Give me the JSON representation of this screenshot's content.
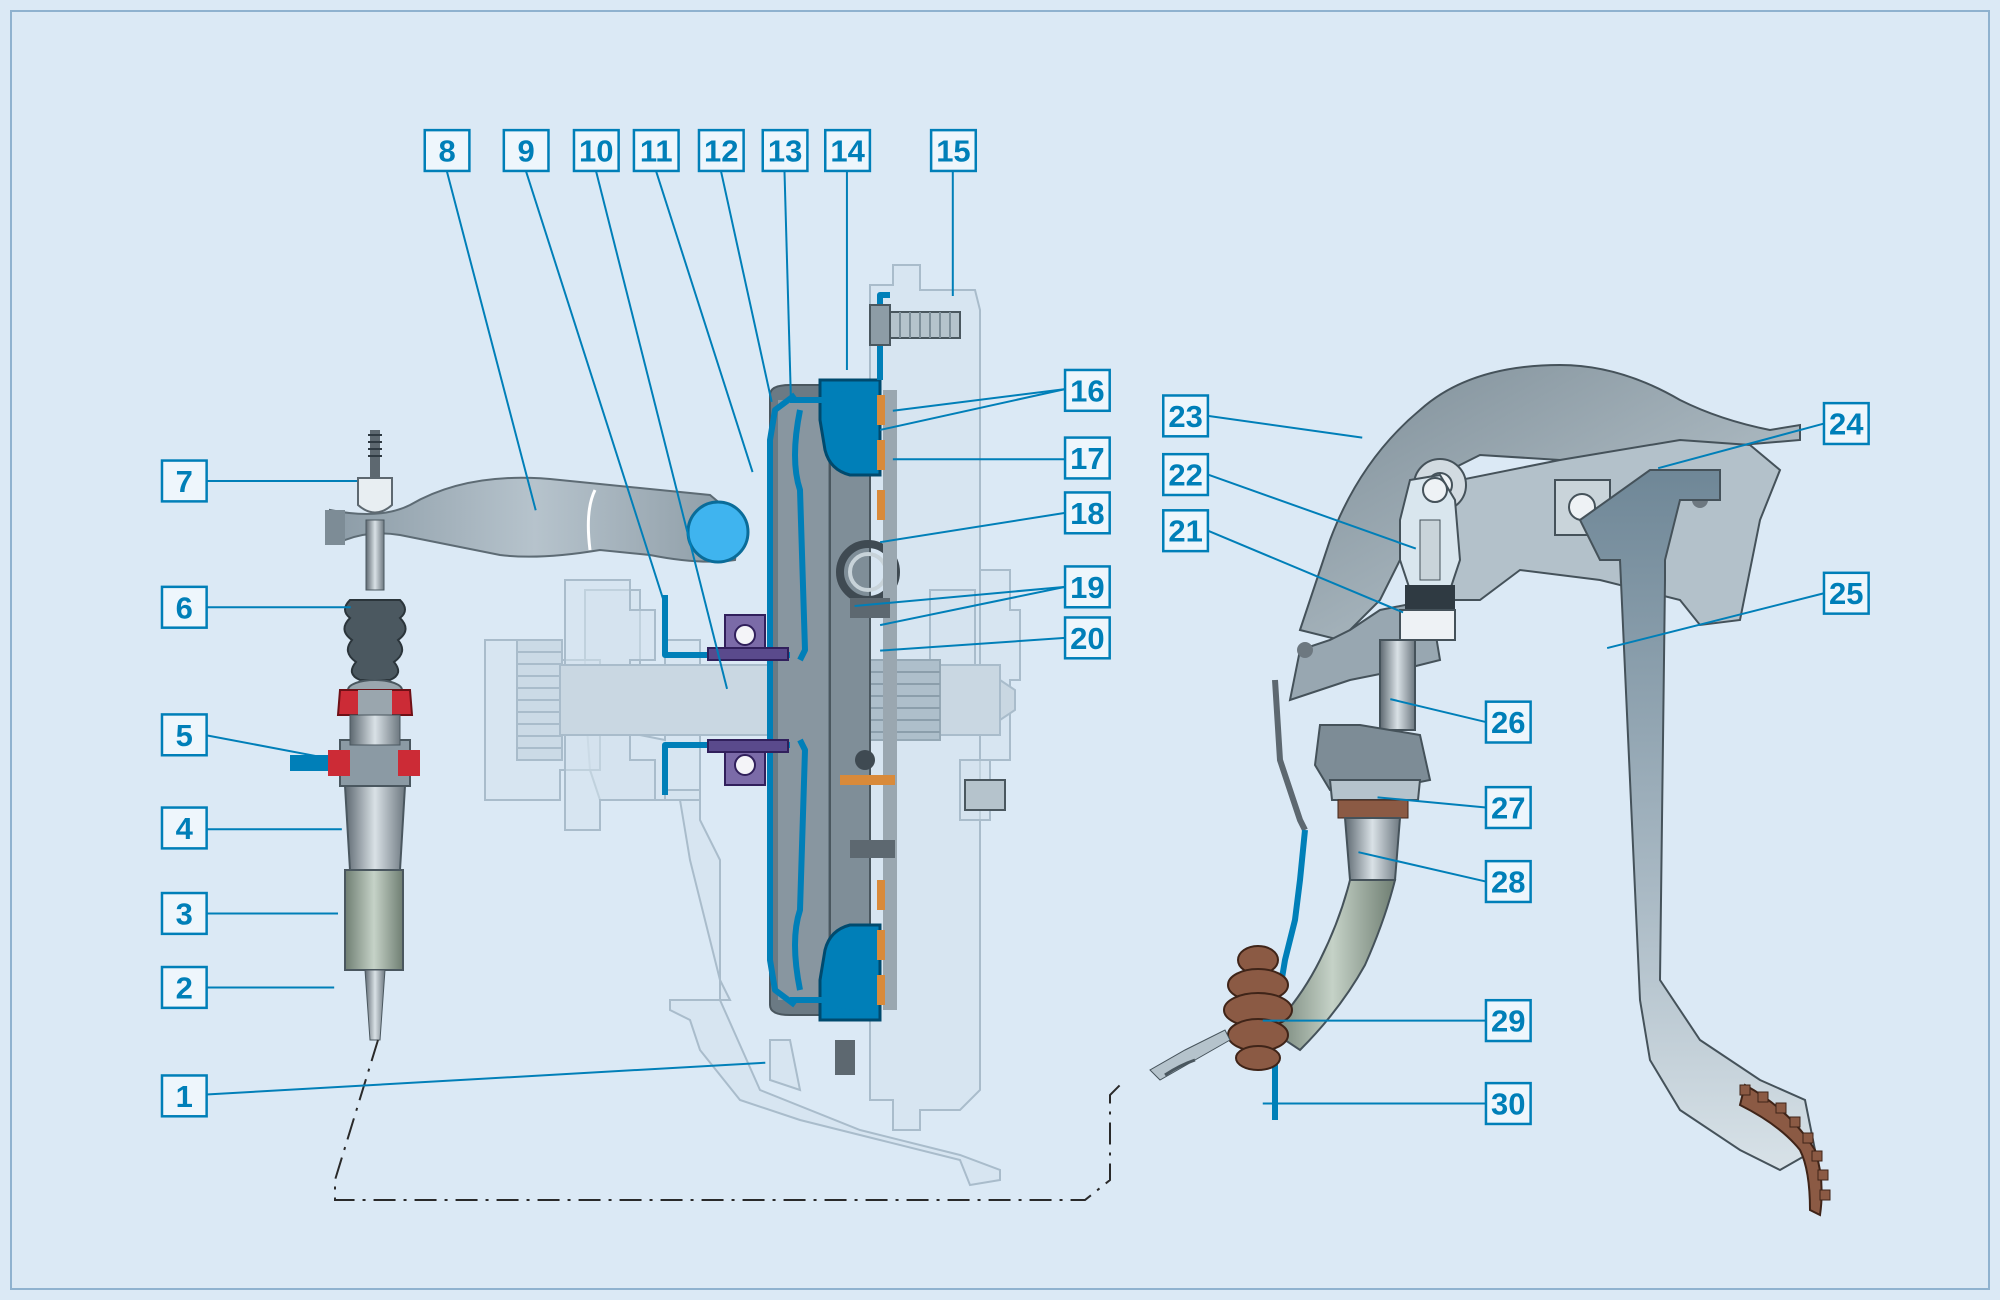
{
  "colors": {
    "background": "#dbe9f5",
    "frame": "#8fb2cf",
    "accent_blue": "#007fb8",
    "light_blue": "#3fb4ef",
    "gray_part": "#9aa6ae",
    "dark_gray": "#5f6b73",
    "ghost_outline": "#a9bccb",
    "orange": "#d98a3a",
    "brown": "#8b5a44",
    "label_fill": "#eef6fc"
  },
  "icons": {
    "line": "leader-line",
    "box": "callout-box",
    "cable": "dash-dot-cable"
  },
  "callouts": [
    {
      "id": "1",
      "label": "1"
    },
    {
      "id": "2",
      "label": "2"
    },
    {
      "id": "3",
      "label": "3"
    },
    {
      "id": "4",
      "label": "4"
    },
    {
      "id": "5",
      "label": "5"
    },
    {
      "id": "6",
      "label": "6"
    },
    {
      "id": "7",
      "label": "7"
    },
    {
      "id": "8",
      "label": "8"
    },
    {
      "id": "9",
      "label": "9"
    },
    {
      "id": "10",
      "label": "10"
    },
    {
      "id": "11",
      "label": "11"
    },
    {
      "id": "12",
      "label": "12"
    },
    {
      "id": "13",
      "label": "13"
    },
    {
      "id": "14",
      "label": "14"
    },
    {
      "id": "15",
      "label": "15"
    },
    {
      "id": "16",
      "label": "16"
    },
    {
      "id": "17",
      "label": "17"
    },
    {
      "id": "18",
      "label": "18"
    },
    {
      "id": "19",
      "label": "19"
    },
    {
      "id": "20",
      "label": "20"
    },
    {
      "id": "21",
      "label": "21"
    },
    {
      "id": "22",
      "label": "22"
    },
    {
      "id": "23",
      "label": "23"
    },
    {
      "id": "24",
      "label": "24"
    },
    {
      "id": "25",
      "label": "25"
    },
    {
      "id": "26",
      "label": "26"
    },
    {
      "id": "27",
      "label": "27"
    },
    {
      "id": "28",
      "label": "28"
    },
    {
      "id": "29",
      "label": "29"
    },
    {
      "id": "30",
      "label": "30"
    }
  ]
}
